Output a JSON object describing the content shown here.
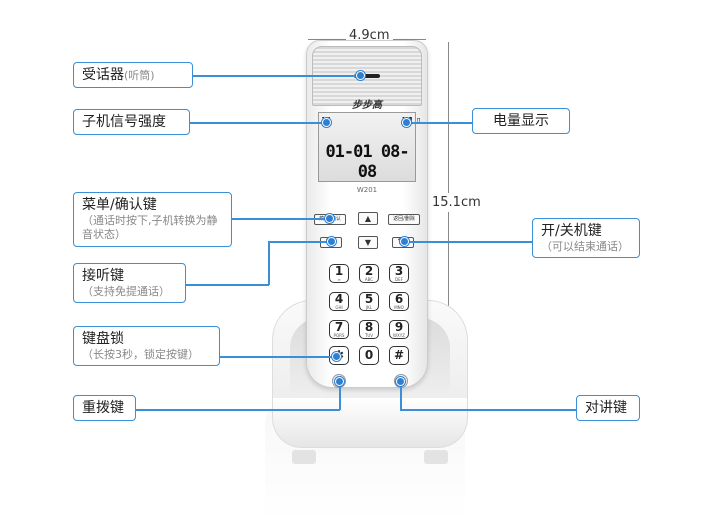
{
  "dimensions": {
    "width": "4.9cm",
    "height": "15.1cm"
  },
  "callouts": {
    "receiver": {
      "label": "受话器",
      "sub": "(听筒)"
    },
    "signal": {
      "label": "子机信号强度"
    },
    "battery": {
      "label": "电量显示"
    },
    "menu_key": {
      "label": "菜单/确认键",
      "sub": "（通话时按下,子机转换为静音状态）"
    },
    "power_key": {
      "label": "开/关机键",
      "sub": "（可以结束通话）"
    },
    "answer_key": {
      "label": "接听键",
      "sub": "（支持免提通话）"
    },
    "keypad_lock": {
      "label": "键盘锁",
      "sub": "（长按3秒，锁定按键）"
    },
    "redial_key": {
      "label": "重拨键"
    },
    "intercom_key": {
      "label": "对讲键"
    }
  },
  "phone": {
    "brand": "步步高",
    "model": "W201",
    "lcd": "01-01 08-08",
    "signal_icon": "Yl",
    "battery_icon": "X1 ▯",
    "soft_left": "菜单/确认",
    "soft_right": "返回/删除",
    "nav_up": "▲",
    "nav_down": "▼",
    "call_answer": "☎",
    "call_end": "☎",
    "keys": [
      {
        "d": "1",
        "s": "∞"
      },
      {
        "d": "2",
        "s": "ABC"
      },
      {
        "d": "3",
        "s": "DEF"
      },
      {
        "d": "4",
        "s": "GHI"
      },
      {
        "d": "5",
        "s": "JKL"
      },
      {
        "d": "6",
        "s": "MNO"
      },
      {
        "d": "7",
        "s": "PQRS"
      },
      {
        "d": "8",
        "s": "TUV"
      },
      {
        "d": "9",
        "s": "WXYZ"
      },
      {
        "d": "✱",
        "s": ""
      },
      {
        "d": "0",
        "s": ""
      },
      {
        "d": "#",
        "s": ""
      }
    ]
  },
  "colors": {
    "accent": "#3a8fd6",
    "dot": "#2f7fd0"
  }
}
